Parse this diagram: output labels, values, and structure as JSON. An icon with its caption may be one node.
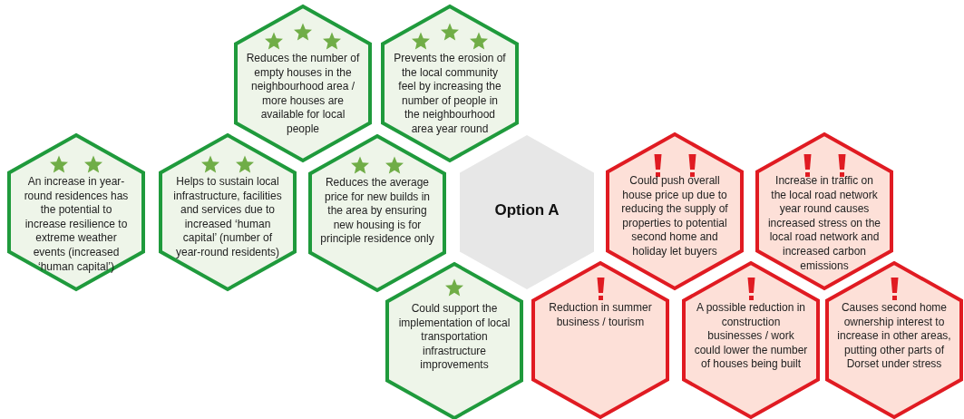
{
  "diagram": {
    "nodes": [
      {
        "text": [
          "Reduces the number of empty houses in the neighbourhood area / more houses are available for local people"
        ]
      },
      {
        "text": [
          "Prevents the erosion of the local community feel by increasing the number of people in the neighbourhood area year round"
        ]
      },
      {
        "text": [
          "An increase in year-round residences has the potential to increase resilience to extreme weather events (increased ‘human capital’)"
        ]
      },
      {
        "text": [
          "Helps to sustain local infrastructure, facilities and services due to increased ‘human capital’ (number of year-round residents)"
        ]
      },
      {
        "text": [
          "Reduces the average price for new builds in the area by ensuring new housing is for principle residence only"
        ]
      },
      {
        "text": [
          "Option A"
        ]
      },
      {
        "text": [
          "Could push overall house price up due to reducing the supply of properties to potential second home and holiday let buyers"
        ]
      },
      {
        "text": [
          "Increase in traffic on the local road network year round causes increased stress on the local road network and increased carbon emissions"
        ]
      },
      {
        "text": [
          "Could support the implementation of local transportation infrastructure improvements"
        ]
      },
      {
        "text": [
          "Reduction in summer business / tourism"
        ]
      },
      {
        "text": [
          "A possible reduction in construction businesses / work could lower the number of houses being built"
        ]
      },
      {
        "text": [
          "Causes second home ownership interest to increase in other areas, putting other parts of Dorset under stress"
        ]
      }
    ]
  }
}
